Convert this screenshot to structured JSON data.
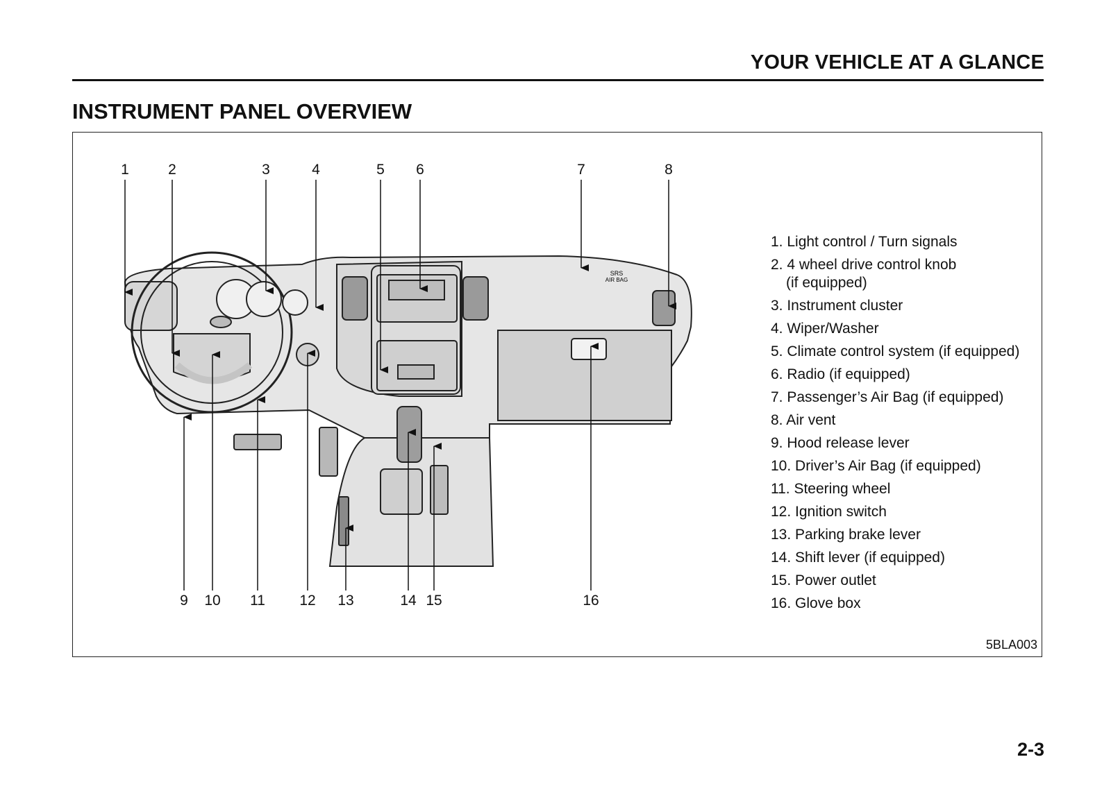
{
  "header": {
    "section_title": "YOUR VEHICLE AT A GLANCE"
  },
  "page_title": "INSTRUMENT PANEL OVERVIEW",
  "figure": {
    "top_callouts": [
      "1",
      "2",
      "3",
      "4",
      "5",
      "6",
      "7",
      "8"
    ],
    "bottom_callouts": [
      "9",
      "10",
      "11",
      "12",
      "13",
      "14",
      "15",
      "16"
    ],
    "srs_label_line1": "SRS",
    "srs_label_line2": "AIR BAG",
    "legend": [
      "1. Light control / Turn signals",
      "2. 4 wheel drive control knob",
      "(if equipped)",
      "3. Instrument cluster",
      "4. Wiper/Washer",
      "5. Climate control system (if equipped)",
      "6. Radio (if equipped)",
      "7. Passenger’s Air Bag (if equipped)",
      "8. Air vent",
      "9. Hood release lever",
      "10. Driver’s Air Bag (if equipped)",
      "11. Steering wheel",
      "12. Ignition switch",
      "13. Parking brake lever",
      "14. Shift lever (if equipped)",
      "15. Power outlet",
      "16. Glove box"
    ],
    "figure_code": "5BLA003"
  },
  "page_number": "2-3"
}
